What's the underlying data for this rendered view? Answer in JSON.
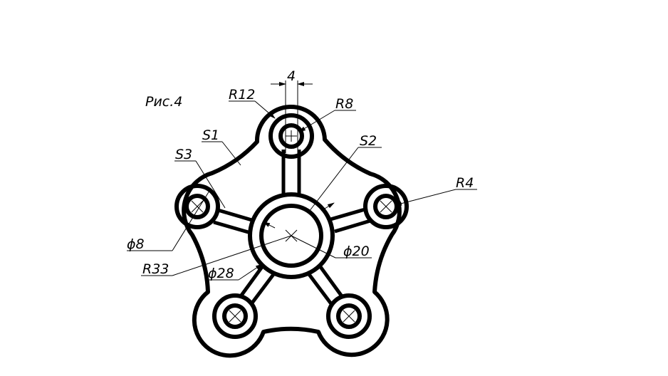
{
  "figure_caption": "Рис.4",
  "labels": {
    "r12": "R12",
    "r8": "R8",
    "dim4": "4",
    "s1": "S1",
    "s2": "S2",
    "s3": "S3",
    "r4": "R4",
    "phi8": "ϕ8",
    "phi20": "ϕ20",
    "phi28": "ϕ28",
    "r33": "R33"
  }
}
